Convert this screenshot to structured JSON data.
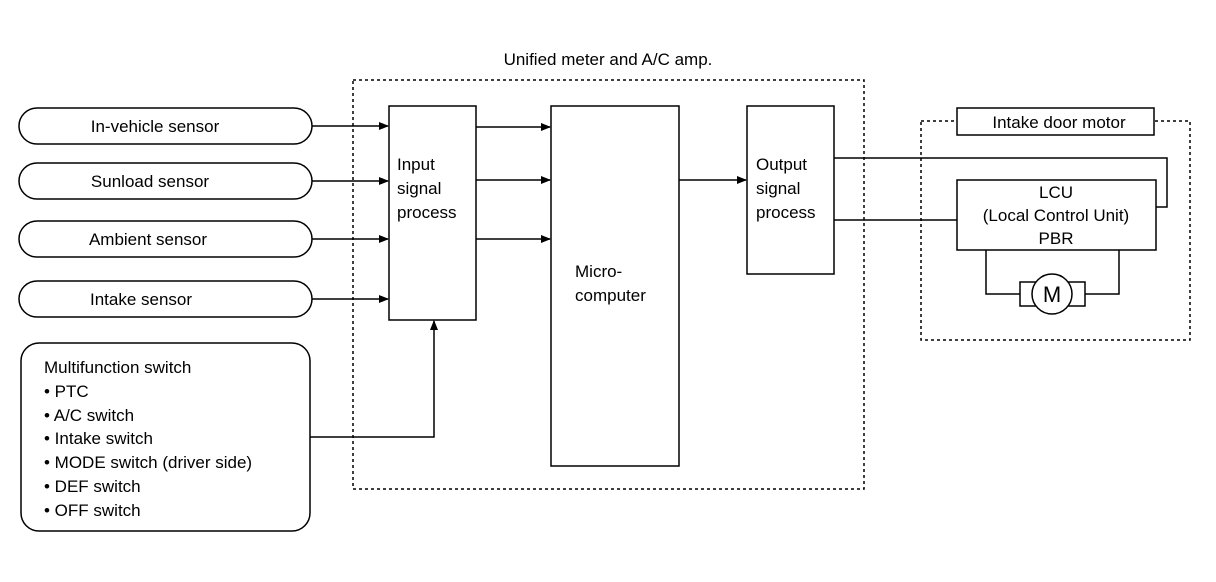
{
  "group_title": "Unified meter and A/C amp.",
  "sensors": [
    "In-vehicle sensor",
    "Sunload sensor",
    "Ambient sensor",
    "Intake sensor"
  ],
  "multifunction": {
    "title": "Multifunction switch",
    "items": [
      "• PTC",
      "• A/C switch",
      "• Intake switch",
      "• MODE switch (driver side)",
      "• DEF switch",
      "• OFF switch"
    ]
  },
  "input_block": [
    "Input",
    "signal",
    "process"
  ],
  "micro_block": [
    "Micro-",
    "computer"
  ],
  "output_block": [
    "Output",
    "signal",
    "process"
  ],
  "motor_group_title": "Intake door motor",
  "lcu": [
    "LCU",
    "(Local Control Unit)",
    "PBR"
  ],
  "motor_symbol": "M"
}
